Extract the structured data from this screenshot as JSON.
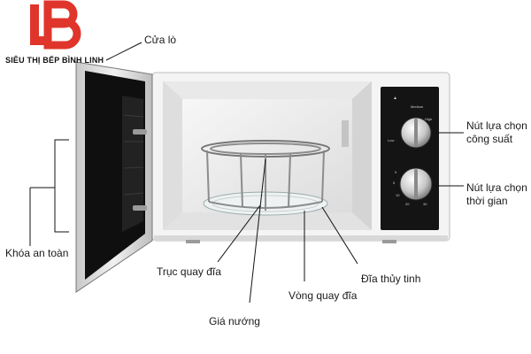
{
  "brand": {
    "logo_mark": "LB",
    "name": "SIÊU THỊ BẾP BÌNH LINH",
    "logo_color": "#e0352b"
  },
  "labels": {
    "door": "Cửa lò",
    "safety_lock": "Khóa an toàn",
    "turntable_axis": "Trục quay đĩa",
    "grill_rack": "Giá nướng",
    "turntable_ring": "Vòng quay đĩa",
    "glass_plate": "Đĩa thủy tinh",
    "power_knob_line1": "Nút lựa chọn",
    "power_knob_line2": "công suất",
    "timer_knob_line1": "Nút lựa chọn",
    "timer_knob_line2": "thời gian"
  },
  "colors": {
    "body": "#f4f4f4",
    "panel": "#141414",
    "cavity": "#ececec",
    "line": "#111111"
  }
}
